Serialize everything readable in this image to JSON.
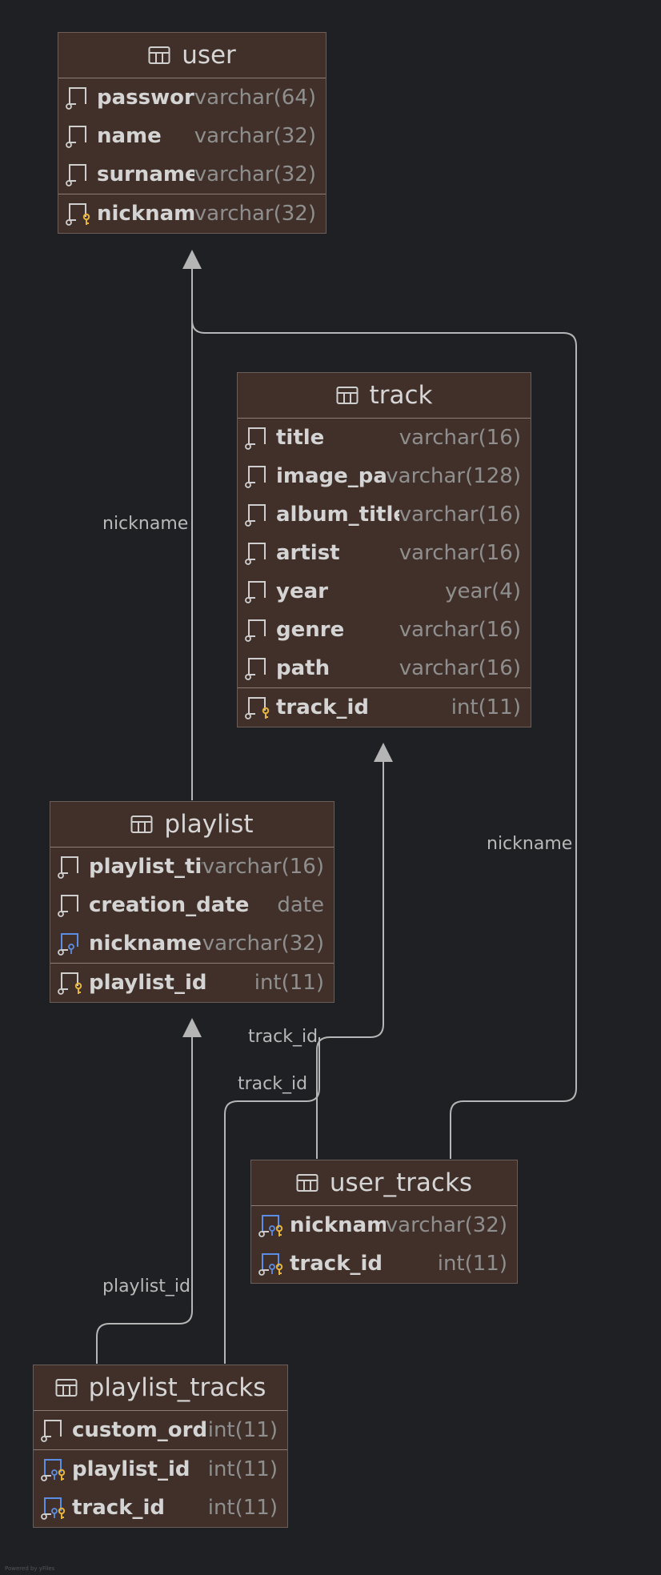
{
  "tables": {
    "user": {
      "title": "user",
      "columns": [
        {
          "name": "password",
          "type": "varchar(64)",
          "key": "none"
        },
        {
          "name": "name",
          "type": "varchar(32)",
          "key": "none"
        },
        {
          "name": "surname",
          "type": "varchar(32)",
          "key": "none"
        }
      ],
      "keys": [
        {
          "name": "nickname",
          "type": "varchar(32)",
          "key": "pk"
        }
      ]
    },
    "track": {
      "title": "track",
      "columns": [
        {
          "name": "title",
          "type": "varchar(16)",
          "key": "none"
        },
        {
          "name": "image_path",
          "type": "varchar(128)",
          "key": "none"
        },
        {
          "name": "album_title",
          "type": "varchar(16)",
          "key": "none"
        },
        {
          "name": "artist",
          "type": "varchar(16)",
          "key": "none"
        },
        {
          "name": "year",
          "type": "year(4)",
          "key": "none"
        },
        {
          "name": "genre",
          "type": "varchar(16)",
          "key": "none"
        },
        {
          "name": "path",
          "type": "varchar(16)",
          "key": "none"
        }
      ],
      "keys": [
        {
          "name": "track_id",
          "type": "int(11)",
          "key": "pk"
        }
      ]
    },
    "playlist": {
      "title": "playlist",
      "columns": [
        {
          "name": "playlist_title",
          "type": "varchar(16)",
          "key": "none"
        },
        {
          "name": "creation_date",
          "type": "date",
          "key": "none"
        },
        {
          "name": "nickname",
          "type": "varchar(32)",
          "key": "fk"
        }
      ],
      "keys": [
        {
          "name": "playlist_id",
          "type": "int(11)",
          "key": "pk"
        }
      ]
    },
    "user_tracks": {
      "title": "user_tracks",
      "columns": [],
      "keys": [
        {
          "name": "nickname",
          "type": "varchar(32)",
          "key": "pkfk"
        },
        {
          "name": "track_id",
          "type": "int(11)",
          "key": "pkfk"
        }
      ]
    },
    "playlist_tracks": {
      "title": "playlist_tracks",
      "columns": [
        {
          "name": "custom_order",
          "type": "int(11)",
          "key": "none"
        }
      ],
      "keys": [
        {
          "name": "playlist_id",
          "type": "int(11)",
          "key": "pkfk"
        },
        {
          "name": "track_id",
          "type": "int(11)",
          "key": "pkfk"
        }
      ]
    }
  },
  "relationship_labels": {
    "playlist_user": "nickname",
    "user_tracks_user": "nickname",
    "user_tracks_track": "track_id",
    "playlist_tracks_track": "track_id",
    "playlist_tracks_playlist": "playlist_id"
  },
  "colors": {
    "background": "#1f2023",
    "table_fill": "#41302a",
    "connector": "#b5b5b5",
    "key_gold": "#e6b43c",
    "fk_blue": "#5b8ee6"
  },
  "footer": {
    "watermark": "Powered by yFiles"
  }
}
